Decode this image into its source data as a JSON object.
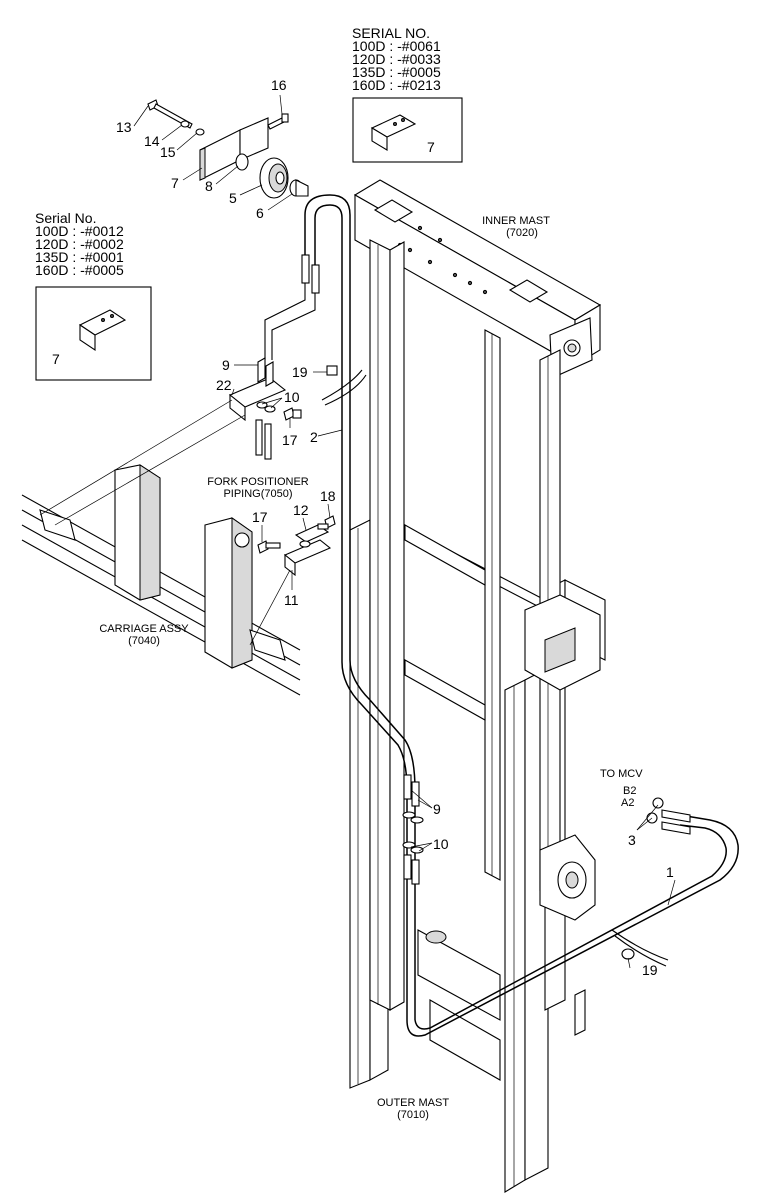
{
  "serial_top": {
    "header": "SERIAL NO.",
    "lines": [
      "100D : -#0061",
      "120D : -#0033",
      "135D : -#0005",
      "160D : -#0213"
    ],
    "part": "7"
  },
  "serial_left": {
    "header": "Serial No.",
    "lines": [
      "100D : -#0012",
      "120D : -#0002",
      "135D : -#0001",
      "160D : -#0005"
    ],
    "part": "7"
  },
  "assemblies": {
    "inner_mast": [
      "INNER MAST",
      "(7020)"
    ],
    "outer_mast": [
      "OUTER MAST",
      "(7010)"
    ],
    "carriage": [
      "CARRIAGE ASSY",
      "(7040)"
    ],
    "fork_positioner": [
      "FORK POSITIONER",
      "PIPING(7050)"
    ],
    "to_mcv": "TO MCV"
  },
  "ports": {
    "b2": "B2",
    "a2": "A2"
  },
  "callouts": {
    "c1": "1",
    "c2": "2",
    "c3": "3",
    "c5": "5",
    "c6": "6",
    "c7": "7",
    "c8": "8",
    "c9a": "9",
    "c9b": "9",
    "c10a": "10",
    "c10b": "10",
    "c11": "11",
    "c12": "12",
    "c13": "13",
    "c14": "14",
    "c15": "15",
    "c16": "16",
    "c17a": "17",
    "c17b": "17",
    "c18": "18",
    "c19a": "19",
    "c19b": "19",
    "c22": "22"
  }
}
